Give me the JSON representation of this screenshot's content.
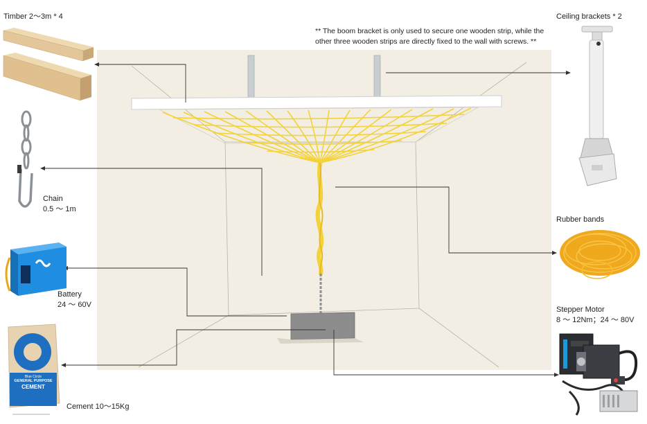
{
  "labels": {
    "timber": "Timber  2～3m * 4",
    "ceiling_brackets": "Ceiling brackets * 2",
    "note_line1": "** The boom bracket is only used to secure one wooden strip, while the",
    "note_line2": "other three wooden strips are directly fixed to the wall with screws. **",
    "chain_title": "Chain",
    "chain_spec": "0.5 ～ 1m",
    "rubber_bands": "Rubber bands",
    "battery_title": "Battery",
    "battery_spec": "24 ～ 60V",
    "stepper_title": "Stepper Motor",
    "stepper_spec": "8 ～ 12Nm；24 ～ 80V",
    "cement": "Cement 10～15Kg"
  },
  "cement_bag": {
    "brand": "Blue Circle",
    "line1": "GENERAL PURPOSE",
    "line2": "CEMENT"
  },
  "colors": {
    "room_bg": "#f2eee3",
    "rubber_yellow": "#f3d23a",
    "rubber_orange": "#f0a81c",
    "battery_blue": "#1f8ee0",
    "cement_blue": "#1e6fc0",
    "timber": "#e3c79b"
  }
}
